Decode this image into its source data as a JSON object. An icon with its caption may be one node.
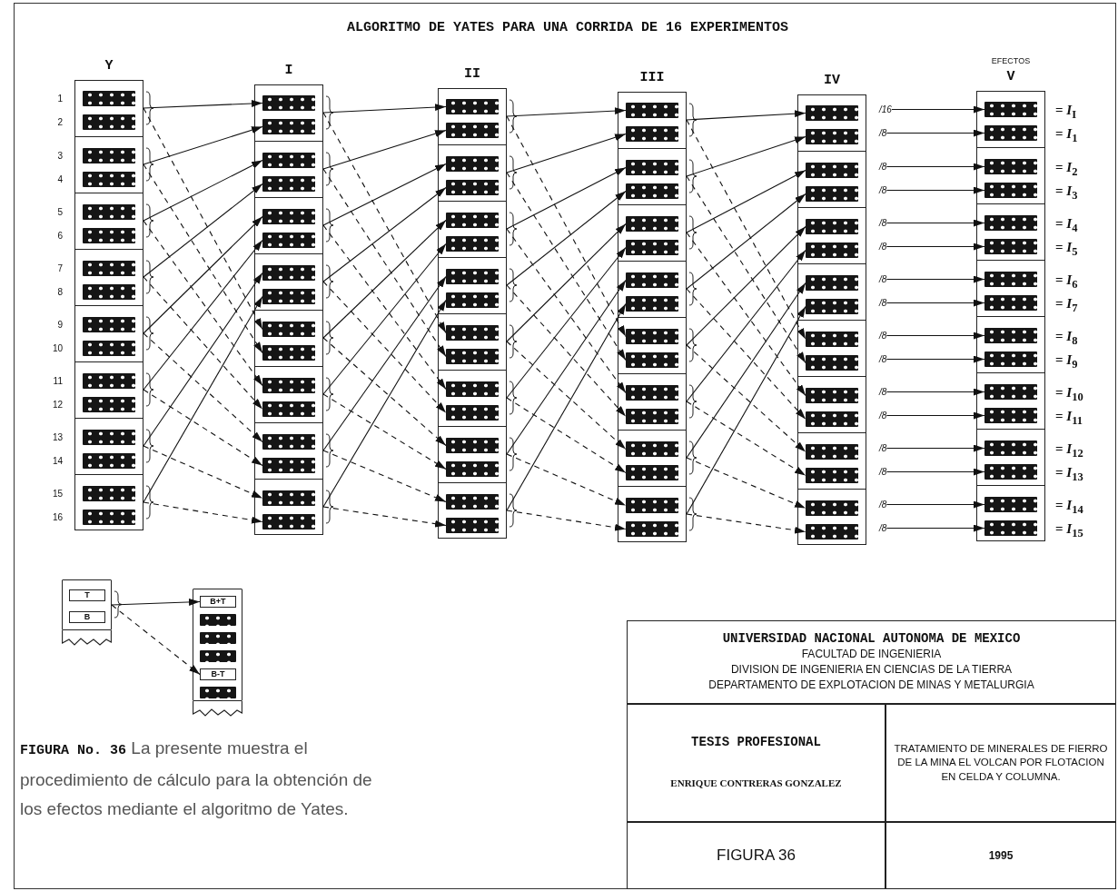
{
  "diagram": {
    "title": "ALGORITMO DE YATES PARA UNA CORRIDA DE 16 EXPERIMENTOS",
    "caption": "**FIGURA No. 36** La presente muestra el procedimiento de cálculo para la obtención de los efectos mediante el algoritmo de Yates.",
    "nodes": [
      {
        "text": [
          "Y"
        ]
      },
      {
        "text": [],
        "shape": "box",
        "in": 0
      },
      {
        "text": [],
        "shape": "box",
        "in": 1,
        "beside": [
          "1"
        ]
      },
      {
        "text": [],
        "shape": "box",
        "in": 1,
        "beside": [
          "2"
        ]
      },
      {
        "text": [],
        "shape": "box",
        "in": 0
      },
      {
        "text": [],
        "shape": "box",
        "in": 4,
        "beside": [
          "3"
        ]
      },
      {
        "text": [],
        "shape": "box",
        "in": 4,
        "beside": [
          "4"
        ]
      },
      {
        "text": [],
        "shape": "box",
        "in": 0
      },
      {
        "text": [],
        "shape": "box",
        "in": 7,
        "beside": [
          "5"
        ]
      },
      {
        "text": [],
        "shape": "box",
        "in": 7,
        "beside": [
          "6"
        ]
      },
      {
        "text": [],
        "shape": "box",
        "in": 0
      },
      {
        "text": [],
        "shape": "box",
        "in": 10,
        "beside": [
          "7"
        ]
      },
      {
        "text": [],
        "shape": "box",
        "in": 10,
        "beside": [
          "8"
        ]
      },
      {
        "text": [],
        "shape": "box",
        "in": 0
      },
      {
        "text": [],
        "shape": "box",
        "in": 13,
        "beside": [
          "9"
        ]
      },
      {
        "text": [],
        "shape": "box",
        "in": 13,
        "beside": [
          "10"
        ]
      },
      {
        "text": [],
        "shape": "box",
        "in": 0
      },
      {
        "text": [],
        "shape": "box",
        "in": 16,
        "beside": [
          "11"
        ]
      },
      {
        "text": [],
        "shape": "box",
        "in": 16,
        "beside": [
          "12"
        ]
      },
      {
        "text": [],
        "shape": "box",
        "in": 0
      },
      {
        "text": [],
        "shape": "box",
        "in": 19,
        "beside": [
          "13"
        ]
      },
      {
        "text": [],
        "shape": "box",
        "in": 19,
        "beside": [
          "14"
        ]
      },
      {
        "text": [],
        "shape": "box",
        "in": 0
      },
      {
        "text": [],
        "shape": "box",
        "in": 22,
        "beside": [
          "15"
        ]
      },
      {
        "text": [],
        "shape": "box",
        "in": 22,
        "beside": [
          "16"
        ]
      },
      {
        "text": [
          "I"
        ]
      },
      {
        "text": [],
        "shape": "box",
        "in": 25
      },
      {
        "text": [],
        "shape": "box",
        "in": 26
      },
      {
        "text": [],
        "shape": "box",
        "in": 26
      },
      {
        "text": [],
        "shape": "box",
        "in": 25
      },
      {
        "text": [],
        "shape": "box",
        "in": 29
      },
      {
        "text": [],
        "shape": "box",
        "in": 29
      },
      {
        "text": [],
        "shape": "box",
        "in": 25
      },
      {
        "text": [],
        "shape": "box",
        "in": 32
      },
      {
        "text": [],
        "shape": "box",
        "in": 32
      },
      {
        "text": [],
        "shape": "box",
        "in": 25
      },
      {
        "text": [],
        "shape": "box",
        "in": 35
      },
      {
        "text": [],
        "shape": "box",
        "in": 35
      },
      {
        "text": [],
        "shape": "box",
        "in": 25
      },
      {
        "text": [],
        "shape": "box",
        "in": 38
      },
      {
        "text": [],
        "shape": "box",
        "in": 38
      },
      {
        "text": [],
        "shape": "box",
        "in": 25
      },
      {
        "text": [],
        "shape": "box",
        "in": 41
      },
      {
        "text": [],
        "shape": "box",
        "in": 41
      },
      {
        "text": [],
        "shape": "box",
        "in": 25
      },
      {
        "text": [],
        "shape": "box",
        "in": 44
      },
      {
        "text": [],
        "shape": "box",
        "in": 44
      },
      {
        "text": [],
        "shape": "box",
        "in": 25
      },
      {
        "text": [],
        "shape": "box",
        "in": 47
      },
      {
        "text": [],
        "shape": "box",
        "in": 47
      },
      {
        "text": [
          "II"
        ]
      },
      {
        "text": [],
        "shape": "box",
        "in": 50
      },
      {
        "text": [],
        "shape": "box",
        "in": 51
      },
      {
        "text": [],
        "shape": "box",
        "in": 51
      },
      {
        "text": [],
        "shape": "box",
        "in": 50
      },
      {
        "text": [],
        "shape": "box",
        "in": 54
      },
      {
        "text": [],
        "shape": "box",
        "in": 54
      },
      {
        "text": [],
        "shape": "box",
        "in": 50
      },
      {
        "text": [],
        "shape": "box",
        "in": 57
      },
      {
        "text": [],
        "shape": "box",
        "in": 57
      },
      {
        "text": [],
        "shape": "box",
        "in": 50
      },
      {
        "text": [],
        "shape": "box",
        "in": 60
      },
      {
        "text": [],
        "shape": "box",
        "in": 60
      },
      {
        "text": [],
        "shape": "box",
        "in": 50
      },
      {
        "text": [],
        "shape": "box",
        "in": 63
      },
      {
        "text": [],
        "shape": "box",
        "in": 63
      },
      {
        "text": [],
        "shape": "box",
        "in": 50
      },
      {
        "text": [],
        "shape": "box",
        "in": 66
      },
      {
        "text": [],
        "shape": "box",
        "in": 66
      },
      {
        "text": [],
        "shape": "box",
        "in": 50
      },
      {
        "text": [],
        "shape": "box",
        "in": 69
      },
      {
        "text": [],
        "shape": "box",
        "in": 69
      },
      {
        "text": [],
        "shape": "box",
        "in": 50
      },
      {
        "text": [],
        "shape": "box",
        "in": 72
      },
      {
        "text": [],
        "shape": "box",
        "in": 72
      },
      {
        "text": [
          "III"
        ]
      },
      {
        "text": [],
        "shape": "box",
        "in": 75
      },
      {
        "text": [],
        "shape": "box",
        "in": 76
      },
      {
        "text": [],
        "shape": "box",
        "in": 76
      },
      {
        "text": [],
        "shape": "box",
        "in": 75
      },
      {
        "text": [],
        "shape": "box",
        "in": 79
      },
      {
        "text": [],
        "shape": "box",
        "in": 79
      },
      {
        "text": [],
        "shape": "box",
        "in": 75
      },
      {
        "text": [],
        "shape": "box",
        "in": 82
      },
      {
        "text": [],
        "shape": "box",
        "in": 82
      },
      {
        "text": [],
        "shape": "box",
        "in": 75
      },
      {
        "text": [],
        "shape": "box",
        "in": 85
      },
      {
        "text": [],
        "shape": "box",
        "in": 85
      },
      {
        "text": [],
        "shape": "box",
        "in": 75
      },
      {
        "text": [],
        "shape": "box",
        "in": 88
      },
      {
        "text": [],
        "shape": "box",
        "in": 88
      },
      {
        "text": [],
        "shape": "box",
        "in": 75
      },
      {
        "text": [],
        "shape": "box",
        "in": 91
      },
      {
        "text": [],
        "shape": "box",
        "in": 91
      },
      {
        "text": [],
        "shape": "box",
        "in": 75
      },
      {
        "text": [],
        "shape": "box",
        "in": 94
      },
      {
        "text": [],
        "shape": "box",
        "in": 94
      },
      {
        "text": [],
        "shape": "box",
        "in": 75
      },
      {
        "text": [],
        "shape": "box",
        "in": 97
      },
      {
        "text": [],
        "shape": "box",
        "in": 97
      },
      {
        "text": [
          "IV"
        ]
      },
      {
        "text": [],
        "shape": "box",
        "in": 100
      },
      {
        "text": [],
        "shape": "box",
        "in": 101
      },
      {
        "text": [],
        "shape": "box",
        "in": 101
      },
      {
        "text": [],
        "shape": "box",
        "in": 100
      },
      {
        "text": [],
        "shape": "box",
        "in": 104
      },
      {
        "text": [],
        "shape": "box",
        "in": 104
      },
      {
        "text": [],
        "shape": "box",
        "in": 100
      },
      {
        "text": [],
        "shape": "box",
        "in": 107
      },
      {
        "text": [],
        "shape": "box",
        "in": 107
      },
      {
        "text": [],
        "shape": "box",
        "in": 100
      },
      {
        "text": [],
        "shape": "box",
        "in": 110
      },
      {
        "text": [],
        "shape": "box",
        "in": 110
      },
      {
        "text": [],
        "shape": "box",
        "in": 100
      },
      {
        "text": [],
        "shape": "box",
        "in": 113
      },
      {
        "text": [],
        "shape": "box",
        "in": 113
      },
      {
        "text": [],
        "shape": "box",
        "in": 100
      },
      {
        "text": [],
        "shape": "box",
        "in": 116
      },
      {
        "text": [],
        "shape": "box",
        "in": 116
      },
      {
        "text": [],
        "shape": "box",
        "in": 100
      },
      {
        "text": [],
        "shape": "box",
        "in": 119
      },
      {
        "text": [],
        "shape": "box",
        "in": 119
      },
      {
        "text": [],
        "shape": "box",
        "in": 100
      },
      {
        "text": [],
        "shape": "box",
        "in": 122
      },
      {
        "text": [],
        "shape": "box",
        "in": 122
      },
      {
        "text": [
          "EFECTOS",
          "V"
        ]
      },
      {
        "text": [],
        "shape": "box",
        "in": 125
      },
      {
        "text": [],
        "shape": "box",
        "in": 126,
        "beside": [
          "= *I*$_{I}$"
        ]
      },
      {
        "text": [],
        "shape": "box",
        "in": 126,
        "beside": [
          "= *I*$_{1}$"
        ]
      },
      {
        "text": [],
        "shape": "box",
        "in": 125
      },
      {
        "text": [],
        "shape": "box",
        "in": 129,
        "beside": [
          "= *I*$_{2}$"
        ]
      },
      {
        "text": [],
        "shape": "box",
        "in": 129,
        "beside": [
          "= *I*$_{3}$"
        ]
      },
      {
        "text": [],
        "shape": "box",
        "in": 125
      },
      {
        "text": [],
        "shape": "box",
        "in": 132,
        "beside": [
          "= *I*$_{4}$"
        ]
      },
      {
        "text": [],
        "shape": "box",
        "in": 132,
        "beside": [
          "= *I*$_{5}$"
        ]
      },
      {
        "text": [],
        "shape": "box",
        "in": 125
      },
      {
        "text": [],
        "shape": "box",
        "in": 135,
        "beside": [
          "= *I*$_{6}$"
        ]
      },
      {
        "text": [],
        "shape": "box",
        "in": 135,
        "beside": [
          "= *I*$_{7}$"
        ]
      },
      {
        "text": [],
        "shape": "box",
        "in": 125
      },
      {
        "text": [],
        "shape": "box",
        "in": 138,
        "beside": [
          "= *I*$_{8}$"
        ]
      },
      {
        "text": [],
        "shape": "box",
        "in": 138,
        "beside": [
          "= *I*$_{9}$"
        ]
      },
      {
        "text": [],
        "shape": "box",
        "in": 125
      },
      {
        "text": [],
        "shape": "box",
        "in": 141,
        "beside": [
          "= *I*$_{10}$"
        ]
      },
      {
        "text": [],
        "shape": "box",
        "in": 141,
        "beside": [
          "= *I*$_{11}$"
        ]
      },
      {
        "text": [],
        "shape": "box",
        "in": 125
      },
      {
        "text": [],
        "shape": "box",
        "in": 144,
        "beside": [
          "= *I*$_{12}$"
        ]
      },
      {
        "text": [],
        "shape": "box",
        "in": 144,
        "beside": [
          "= *I*$_{13}$"
        ]
      },
      {
        "text": [],
        "shape": "box",
        "in": 125
      },
      {
        "text": [],
        "shape": "box",
        "in": 147,
        "beside": [
          "= *I*$_{14}$"
        ]
      },
      {
        "text": [],
        "shape": "box",
        "in": 147,
        "beside": [
          "= *I*$_{15}$"
        ]
      },
      {
        "text": [
          "/16"
        ]
      },
      {
        "text": [
          "/8"
        ]
      },
      {
        "text": [
          "/8"
        ]
      },
      {
        "text": [
          "/8"
        ]
      },
      {
        "text": [
          "/8"
        ]
      },
      {
        "text": [
          "/8"
        ]
      },
      {
        "text": [
          "/8"
        ]
      },
      {
        "text": [
          "/8"
        ]
      },
      {
        "text": [
          "/8"
        ]
      },
      {
        "text": [
          "/8"
        ]
      },
      {
        "text": [
          "/8"
        ]
      },
      {
        "text": [
          "/8"
        ]
      },
      {
        "text": [
          "/8"
        ]
      },
      {
        "text": [
          "/8"
        ]
      },
      {
        "text": [
          "/8"
        ]
      },
      {
        "text": [
          "/8"
        ]
      },
      {
        "text": [],
        "shape": "box"
      },
      {
        "text": [
          "T"
        ],
        "in": 166
      },
      {
        "text": [
          "B"
        ],
        "in": 166
      },
      {
        "text": [],
        "shape": "box"
      },
      {
        "text": [
          "B+T"
        ],
        "in": 169
      },
      {
        "text": [],
        "shape": "box",
        "in": 169
      },
      {
        "text": [],
        "shape": "box",
        "in": 169
      },
      {
        "text": [],
        "shape": "box",
        "in": 169
      },
      {
        "text": [
          "B-T"
        ],
        "in": 169
      },
      {
        "text": [],
        "shape": "box",
        "in": 169
      }
    ],
    "edges": [
      {
        "from": 1,
        "to": 27,
        "arrow": "to"
      },
      {
        "from": 1,
        "to": 39,
        "arrow": "to",
        "style": "dashed"
      },
      {
        "from": 4,
        "to": 28,
        "arrow": "to"
      },
      {
        "from": 4,
        "to": 40,
        "arrow": "to",
        "style": "dashed"
      },
      {
        "from": 7,
        "to": 30,
        "arrow": "to"
      },
      {
        "from": 7,
        "to": 42,
        "arrow": "to",
        "style": "dashed"
      },
      {
        "from": 10,
        "to": 31,
        "arrow": "to"
      },
      {
        "from": 10,
        "to": 43,
        "arrow": "to",
        "style": "dashed"
      },
      {
        "from": 13,
        "to": 33,
        "arrow": "to"
      },
      {
        "from": 13,
        "to": 45,
        "arrow": "to",
        "style": "dashed"
      },
      {
        "from": 16,
        "to": 34,
        "arrow": "to"
      },
      {
        "from": 16,
        "to": 46,
        "arrow": "to",
        "style": "dashed"
      },
      {
        "from": 19,
        "to": 36,
        "arrow": "to"
      },
      {
        "from": 19,
        "to": 48,
        "arrow": "to",
        "style": "dashed"
      },
      {
        "from": 22,
        "to": 37,
        "arrow": "to"
      },
      {
        "from": 22,
        "to": 49,
        "arrow": "to",
        "style": "dashed"
      },
      {
        "from": 26,
        "to": 52,
        "arrow": "to"
      },
      {
        "from": 26,
        "to": 64,
        "arrow": "to",
        "style": "dashed"
      },
      {
        "from": 29,
        "to": 53,
        "arrow": "to"
      },
      {
        "from": 29,
        "to": 65,
        "arrow": "to",
        "style": "dashed"
      },
      {
        "from": 32,
        "to": 55,
        "arrow": "to"
      },
      {
        "from": 32,
        "to": 67,
        "arrow": "to",
        "style": "dashed"
      },
      {
        "from": 35,
        "to": 56,
        "arrow": "to"
      },
      {
        "from": 35,
        "to": 68,
        "arrow": "to",
        "style": "dashed"
      },
      {
        "from": 38,
        "to": 58,
        "arrow": "to"
      },
      {
        "from": 38,
        "to": 70,
        "arrow": "to",
        "style": "dashed"
      },
      {
        "from": 41,
        "to": 59,
        "arrow": "to"
      },
      {
        "from": 41,
        "to": 71,
        "arrow": "to",
        "style": "dashed"
      },
      {
        "from": 44,
        "to": 61,
        "arrow": "to"
      },
      {
        "from": 44,
        "to": 73,
        "arrow": "to",
        "style": "dashed"
      },
      {
        "from": 47,
        "to": 62,
        "arrow": "to"
      },
      {
        "from": 47,
        "to": 74,
        "arrow": "to",
        "style": "dashed"
      },
      {
        "from": 51,
        "to": 77,
        "arrow": "to"
      },
      {
        "from": 51,
        "to": 89,
        "arrow": "to",
        "style": "dashed"
      },
      {
        "from": 54,
        "to": 78,
        "arrow": "to"
      },
      {
        "from": 54,
        "to": 90,
        "arrow": "to",
        "style": "dashed"
      },
      {
        "from": 57,
        "to": 80,
        "arrow": "to"
      },
      {
        "from": 57,
        "to": 92,
        "arrow": "to",
        "style": "dashed"
      },
      {
        "from": 60,
        "to": 81,
        "arrow": "to"
      },
      {
        "from": 60,
        "to": 93,
        "arrow": "to",
        "style": "dashed"
      },
      {
        "from": 63,
        "to": 83,
        "arrow": "to"
      },
      {
        "from": 63,
        "to": 95,
        "arrow": "to",
        "style": "dashed"
      },
      {
        "from": 66,
        "to": 84,
        "arrow": "to"
      },
      {
        "from": 66,
        "to": 96,
        "arrow": "to",
        "style": "dashed"
      },
      {
        "from": 69,
        "to": 86,
        "arrow": "to"
      },
      {
        "from": 69,
        "to": 98,
        "arrow": "to",
        "style": "dashed"
      },
      {
        "from": 72,
        "to": 87,
        "arrow": "to"
      },
      {
        "from": 72,
        "to": 99,
        "arrow": "to",
        "style": "dashed"
      },
      {
        "from": 76,
        "to": 102,
        "arrow": "to"
      },
      {
        "from": 76,
        "to": 114,
        "arrow": "to",
        "style": "dashed"
      },
      {
        "from": 79,
        "to": 103,
        "arrow": "to"
      },
      {
        "from": 79,
        "to": 115,
        "arrow": "to",
        "style": "dashed"
      },
      {
        "from": 82,
        "to": 105,
        "arrow": "to"
      },
      {
        "from": 82,
        "to": 117,
        "arrow": "to",
        "style": "dashed"
      },
      {
        "from": 85,
        "to": 106,
        "arrow": "to"
      },
      {
        "from": 85,
        "to": 118,
        "arrow": "to",
        "style": "dashed"
      },
      {
        "from": 88,
        "to": 108,
        "arrow": "to"
      },
      {
        "from": 88,
        "to": 120,
        "arrow": "to",
        "style": "dashed"
      },
      {
        "from": 91,
        "to": 109,
        "arrow": "to"
      },
      {
        "from": 91,
        "to": 121,
        "arrow": "to",
        "style": "dashed"
      },
      {
        "from": 94,
        "to": 111,
        "arrow": "to"
      },
      {
        "from": 94,
        "to": 123,
        "arrow": "to",
        "style": "dashed"
      },
      {
        "from": 97,
        "to": 112,
        "arrow": "to"
      },
      {
        "from": 97,
        "to": 124,
        "arrow": "to",
        "style": "dashed"
      },
      {
        "from": 150,
        "to": 127,
        "arrow": "to"
      },
      {
        "from": 151,
        "to": 128,
        "arrow": "to"
      },
      {
        "from": 152,
        "to": 130,
        "arrow": "to"
      },
      {
        "from": 153,
        "to": 131,
        "arrow": "to"
      },
      {
        "from": 154,
        "to": 133,
        "arrow": "to"
      },
      {
        "from": 155,
        "to": 134,
        "arrow": "to"
      },
      {
        "from": 156,
        "to": 136,
        "arrow": "to"
      },
      {
        "from": 157,
        "to": 137,
        "arrow": "to"
      },
      {
        "from": 158,
        "to": 139,
        "arrow": "to"
      },
      {
        "from": 159,
        "to": 140,
        "arrow": "to"
      },
      {
        "from": 160,
        "to": 142,
        "arrow": "to"
      },
      {
        "from": 161,
        "to": 143,
        "arrow": "to"
      },
      {
        "from": 162,
        "to": 145,
        "arrow": "to"
      },
      {
        "from": 163,
        "to": 146,
        "arrow": "to"
      },
      {
        "from": 164,
        "to": 148,
        "arrow": "to"
      },
      {
        "from": 165,
        "to": 149,
        "arrow": "to"
      },
      {
        "from": 166,
        "to": 170,
        "arrow": "to"
      },
      {
        "from": 166,
        "to": 174,
        "arrow": "to",
        "style": "dashed"
      }
    ],
    "labels": [
      "UNIVERSIDAD NACIONAL AUTONOMA DE MEXICO",
      "FACULTAD DE INGENIERIA",
      "DIVISION DE INGENIERIA EN CIENCIAS DE LA TIERRA",
      "DEPARTAMENTO DE EXPLOTACION DE MINAS Y METALURGIA",
      "TESIS PROFESIONAL",
      "TRATAMIENTO DE MINERALES DE FIERRO DE LA MINA EL VOLCAN POR FLOTACION EN CELDA Y COLUMNA.",
      "ENRIQUE CONTRERAS GONZALEZ",
      "FIGURA 36",
      "1995"
    ]
  }
}
